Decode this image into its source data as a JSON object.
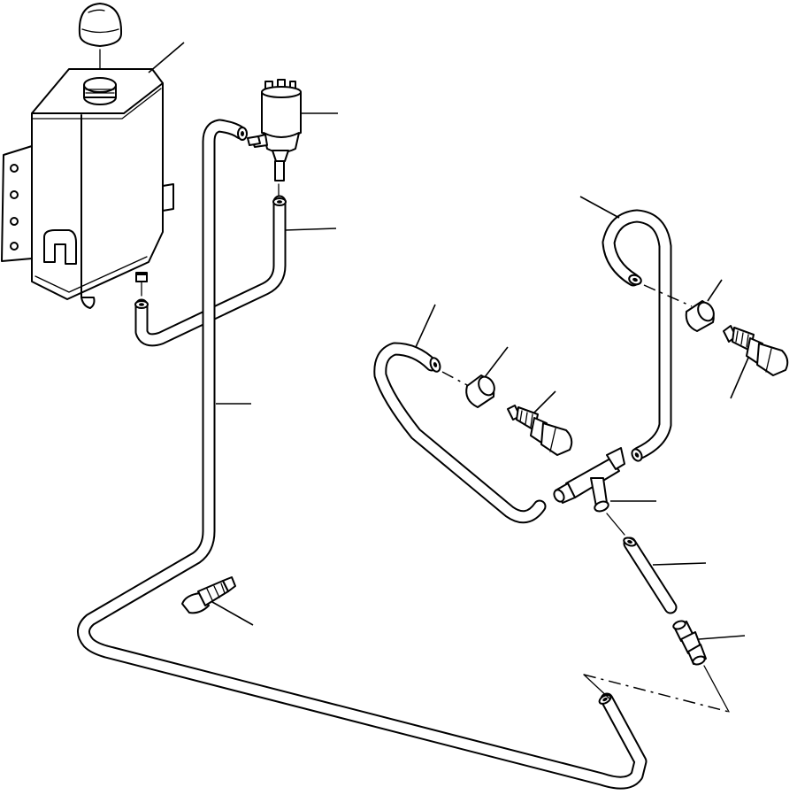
{
  "diagram": {
    "parts": [
      "washer-tank",
      "tank-cap",
      "washer-pump-motor",
      "pump-outlet-hose",
      "long-supply-hose",
      "front-nozzle-hose",
      "front-rubber-grommet",
      "front-washer-nozzle",
      "rear-nozzle-hose",
      "rear-rubber-grommet",
      "rear-washer-nozzle",
      "tee-joint",
      "short-hose",
      "hose-connector",
      "inline-check-valve"
    ],
    "colors": {
      "line": "#000000",
      "background": "#ffffff"
    }
  }
}
